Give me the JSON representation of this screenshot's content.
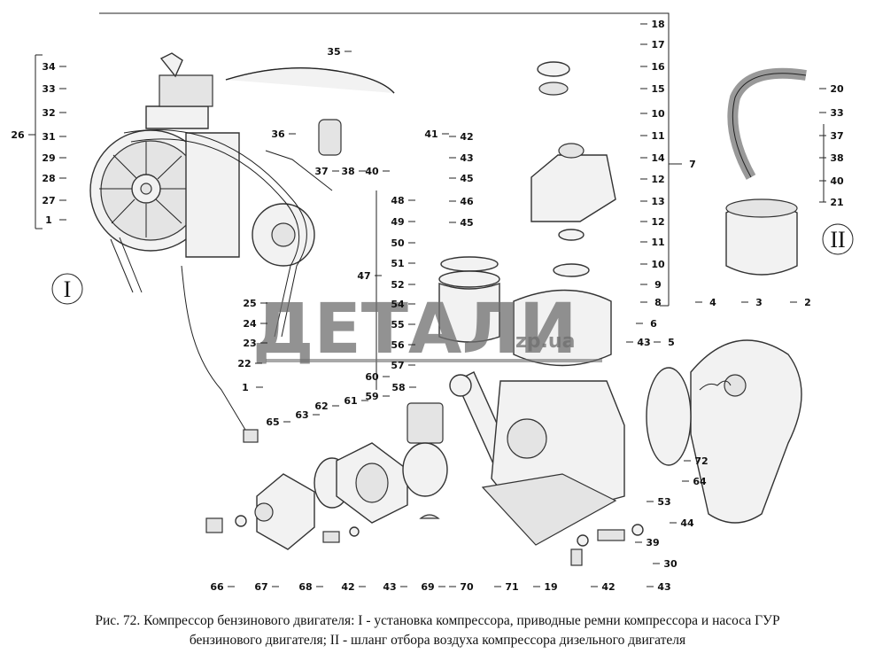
{
  "figure": {
    "caption_line1": "Рис. 72. Компрессор бензинового двигателя: I - установка компрессора, приводные ремни компрессора и насоса ГУР",
    "caption_line2": "бензинового двигателя; II - шланг отбора воздуха компрессора дизельного двигателя",
    "view_labels": [
      "I",
      "II"
    ],
    "watermark": "ДЕТАЛИ",
    "watermark_domain": "zp.ua",
    "callouts": [
      "34",
      "33",
      "32",
      "26",
      "31",
      "29",
      "28",
      "27",
      "1",
      "35",
      "36",
      "37",
      "38",
      "40",
      "41",
      "25",
      "24",
      "23",
      "22",
      "1",
      "48",
      "49",
      "50",
      "51",
      "47",
      "52",
      "54",
      "55",
      "56",
      "57",
      "60",
      "58",
      "59",
      "42",
      "43",
      "45",
      "46",
      "45",
      "18",
      "17",
      "16",
      "15",
      "10",
      "11",
      "14",
      "12",
      "13",
      "12",
      "11",
      "10",
      "9",
      "8",
      "6",
      "7",
      "43",
      "5",
      "4",
      "3",
      "2",
      "20",
      "33",
      "37",
      "38",
      "40",
      "21",
      "72",
      "64",
      "53",
      "44",
      "39",
      "30",
      "43",
      "42",
      "65",
      "63",
      "62",
      "61",
      "66",
      "67",
      "68",
      "42",
      "43",
      "69",
      "70",
      "71",
      "19"
    ]
  }
}
